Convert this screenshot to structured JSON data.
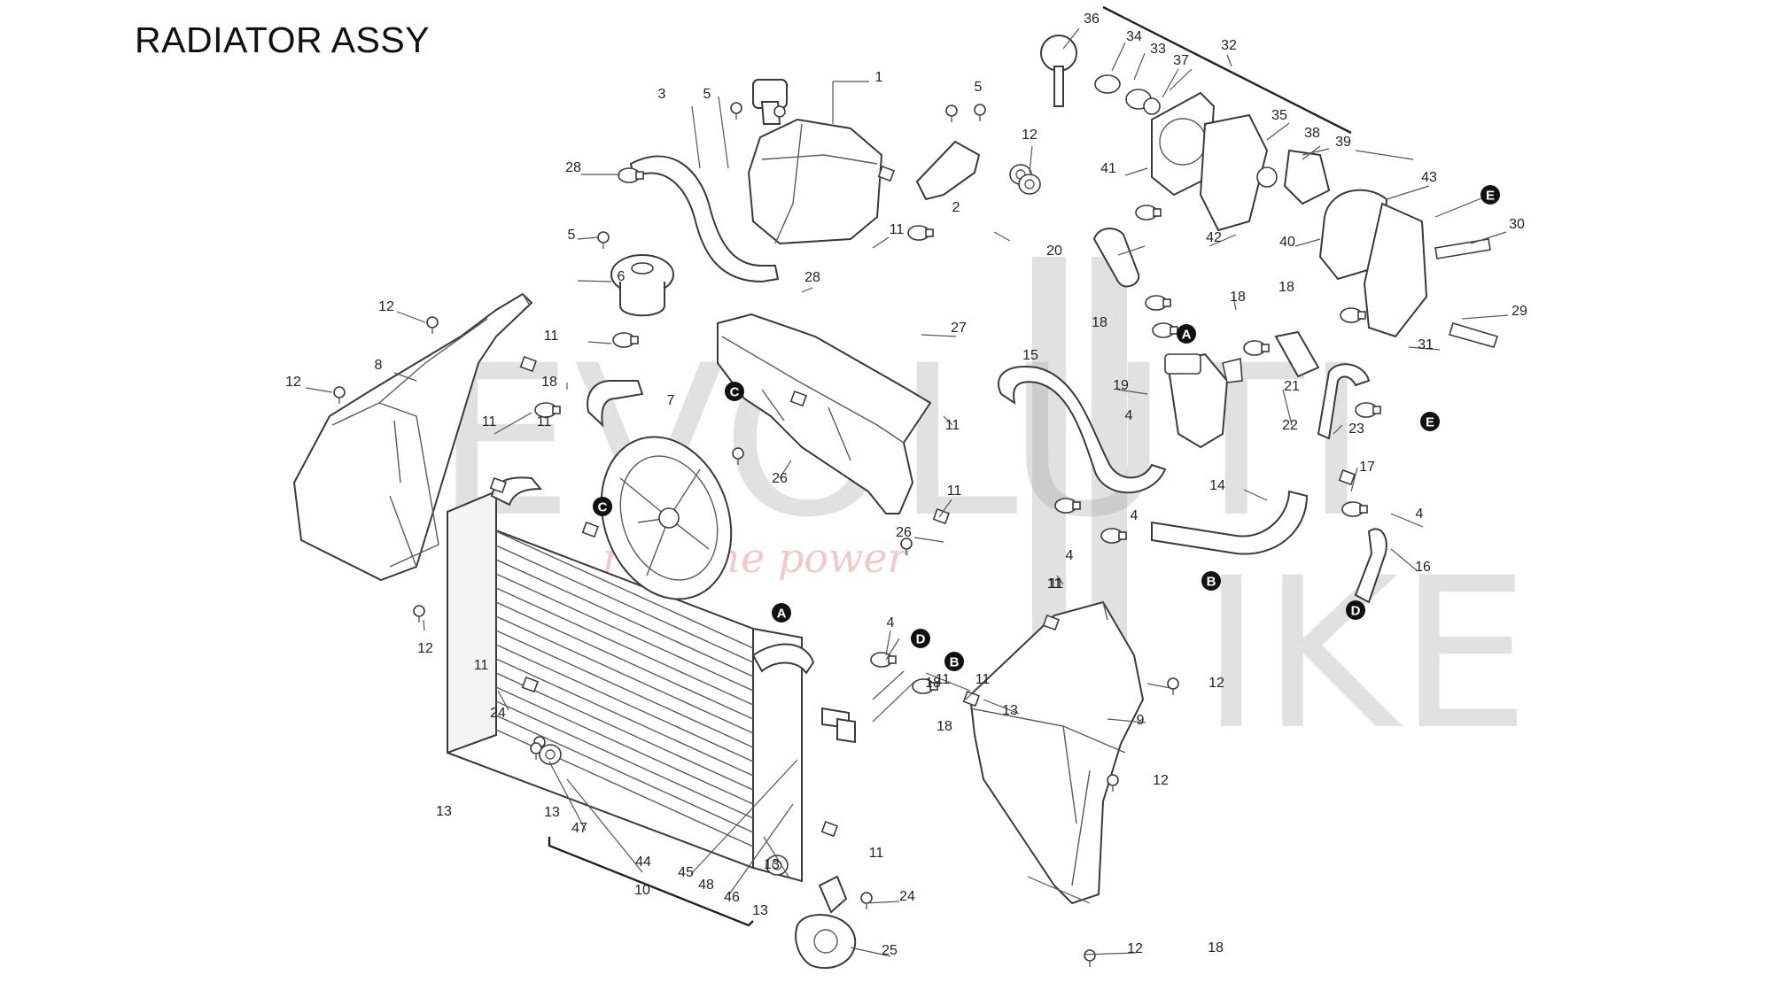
{
  "title": "RADIATOR ASSY",
  "watermark": {
    "brand_color": "#9b9b9b",
    "tagline_color": "#f2c9c9"
  },
  "markers": [
    "A",
    "A",
    "B",
    "B",
    "C",
    "C",
    "D",
    "D",
    "E",
    "E"
  ],
  "labels": [
    "1",
    "2",
    "3",
    "4",
    "4",
    "4",
    "4",
    "4",
    "5",
    "5",
    "5",
    "6",
    "7",
    "8",
    "9",
    "10",
    "11",
    "11",
    "11",
    "11",
    "11",
    "11",
    "11",
    "11",
    "11",
    "11",
    "11",
    "11",
    "12",
    "12",
    "12",
    "12",
    "12",
    "12",
    "12",
    "13",
    "13",
    "13",
    "13",
    "13",
    "14",
    "15",
    "16",
    "17",
    "18",
    "18",
    "18",
    "18",
    "18",
    "18",
    "18",
    "19",
    "20",
    "21",
    "22",
    "23",
    "24",
    "24",
    "25",
    "26",
    "26",
    "27",
    "28",
    "28",
    "29",
    "30",
    "31",
    "32",
    "33",
    "34",
    "35",
    "36",
    "37",
    "38",
    "39",
    "40",
    "41",
    "42",
    "43",
    "44",
    "45",
    "46",
    "47",
    "48"
  ]
}
